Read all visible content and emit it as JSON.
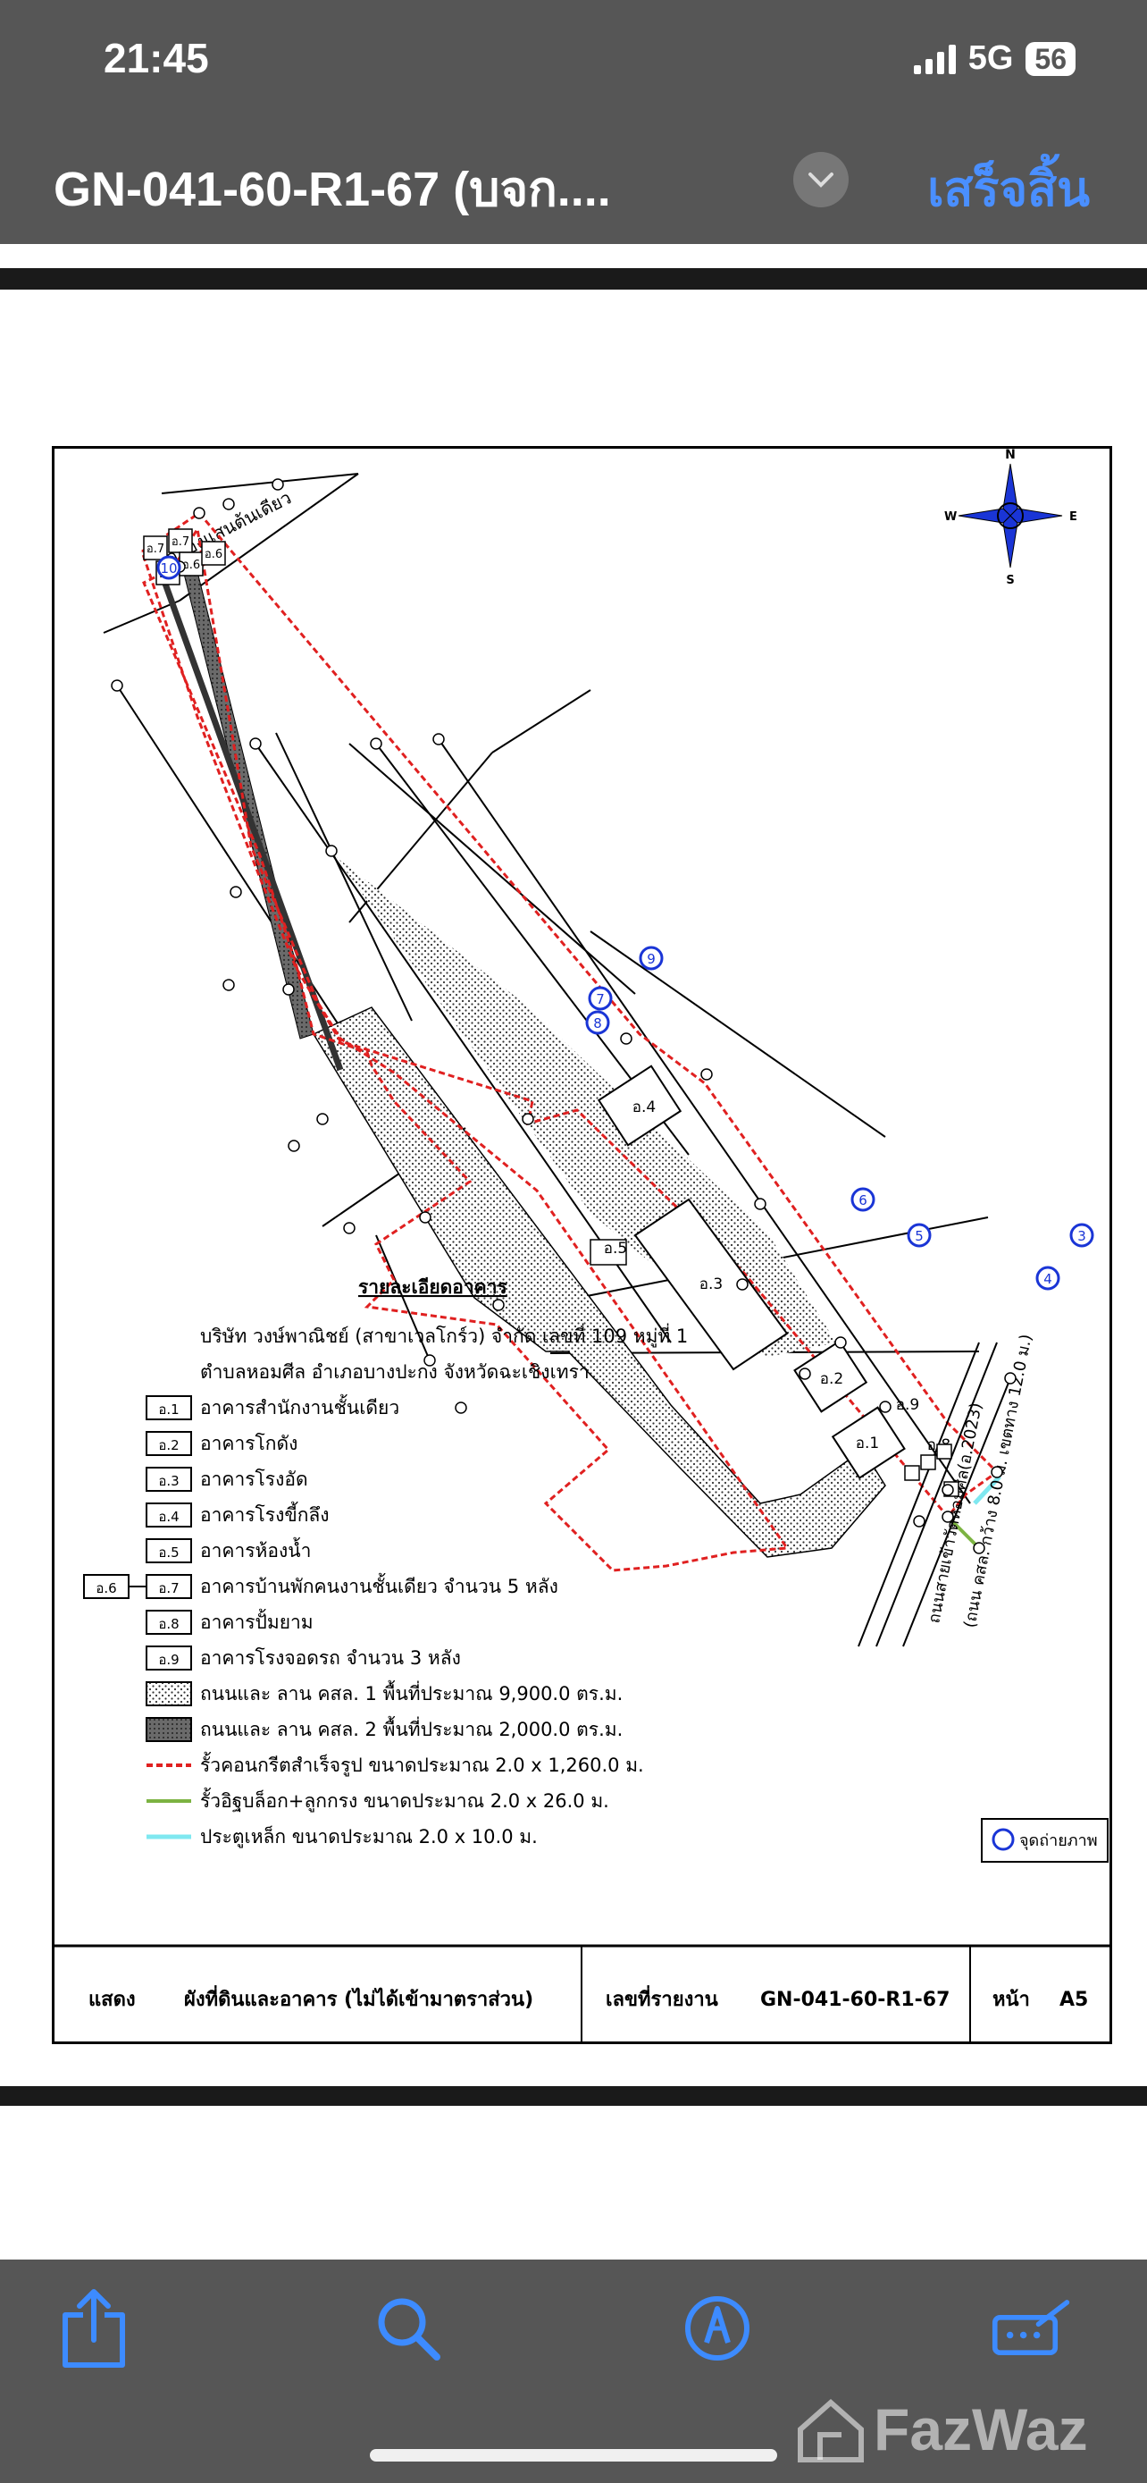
{
  "status": {
    "time": "21:45",
    "network": "5G",
    "battery": "56"
  },
  "nav": {
    "title": "GN-041-60-R1-67 (บจก....",
    "done": "เสร็จสิ้น"
  },
  "map": {
    "canal": "คลองแสนต้นเดียว",
    "road_1": "ถนนสายเข้าวัดหอมศีล(อ.2023)",
    "road_2": "(ถนน คสล. กว้าง 8.0 ม. เขตทาง 12.0 ม.)",
    "compass": {
      "n": "N",
      "s": "S",
      "e": "E",
      "w": "W"
    },
    "bldg": {
      "b1": "อ.1",
      "b2": "อ.2",
      "b3": "อ.3",
      "b4": "อ.4",
      "b5": "อ.5",
      "b6": "อ.6",
      "b7": "อ.7",
      "b8": "อ.8",
      "b9": "อ.9"
    },
    "photo_points": [
      "3",
      "4",
      "5",
      "6",
      "7",
      "8",
      "9",
      "10"
    ]
  },
  "legend": {
    "heading": "รายละเอียดอาคาร",
    "company_1": "บริษัท วงษ์พาณิชย์ (สาขาเวลโกร์ว) จำกัด เลขที่ 109 หมู่ที่ 1",
    "company_2": "ตำบลหอมศีล อำเภอบางปะกง  จังหวัดฉะเชิงเทรา",
    "items": [
      {
        "code": "อ.1",
        "text": "อาคารสำนักงานชั้นเดียว"
      },
      {
        "code": "อ.2",
        "text": "อาคารโกดัง"
      },
      {
        "code": "อ.3",
        "text": "อาคารโรงอัด"
      },
      {
        "code": "อ.4",
        "text": "อาคารโรงขี้กลึง"
      },
      {
        "code": "อ.5",
        "text": "อาคารห้องน้ำ"
      },
      {
        "code": "อ.7",
        "code_extra": "อ.6",
        "text": "อาคารบ้านพักคนงานชั้นเดียว จำนวน 5 หลัง"
      },
      {
        "code": "อ.8",
        "text": "อาคารปั้มยาม"
      },
      {
        "code": "อ.9",
        "text": "อาคารโรงจอดรถ จำนวน 3 หลัง"
      }
    ],
    "pattern_1": "ถนนและ ลาน คสล. 1 พื้นที่ประมาณ 9,900.0 ตร.ม.",
    "pattern_2": "ถนนและ ลาน คสล. 2 พื้นที่ประมาณ 2,000.0 ตร.ม.",
    "line_red": "รั้วคอนกรีตสำเร็จรูป ขนาดประมาณ 2.0 x 1,260.0 ม.",
    "line_green": "รั้วอิฐบล็อก+ลูกกรง ขนาดประมาณ 2.0 x 26.0 ม.",
    "line_cyan": "ประตูเหล็ก ขนาดประมาณ 2.0 x 10.0 ม.",
    "photo_label": "จุดถ่ายภาพ",
    "colors": {
      "red": "#e02020",
      "green": "#7cb342",
      "cyan": "#7fe8f0",
      "marker": "#1a35d6"
    }
  },
  "titleblock": {
    "show": "แสดง",
    "desc": "ผังที่ดินและอาคาร (ไม่ได้เข้ามาตราส่วน)",
    "report_label": "เลขที่รายงาน",
    "report_no": "GN-041-60-R1-67",
    "page_label": "หน้า",
    "page_no": "A5"
  },
  "toolbar": {
    "icons": [
      "share-icon",
      "search-icon",
      "markup-icon",
      "annotate-icon"
    ]
  },
  "watermark": "FazWaz"
}
